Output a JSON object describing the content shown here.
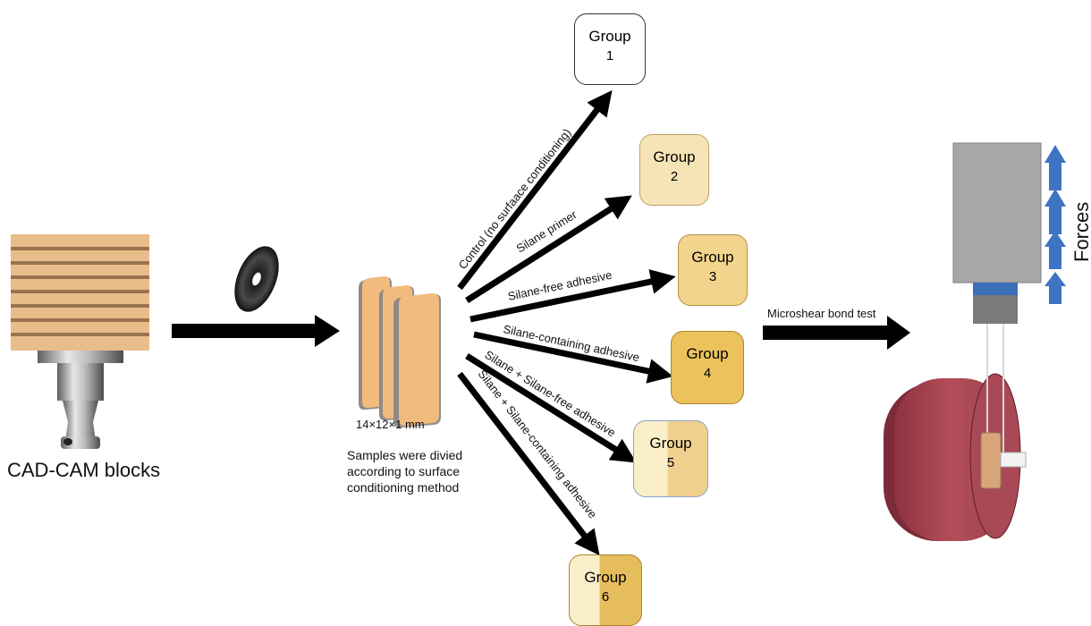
{
  "labels": {
    "cad_cam": "CAD-CAM blocks",
    "dimensions": "14×12×1 mm",
    "samples_line1": "Samples were divied",
    "samples_line2": "according to surface",
    "samples_line3": "conditioning method",
    "microshear": "Microshear bond test",
    "forces": "Forces"
  },
  "branches": [
    "Control (no surfaace conditioning)",
    "Silane primer",
    "Silane-free adhesive",
    "Silane-containing adhesive",
    "Silane + Silane-free adhesive",
    "Silane + Silane-containing adhesive"
  ],
  "groups": [
    {
      "word": "Group",
      "number": "1"
    },
    {
      "word": "Group",
      "number": "2"
    },
    {
      "word": "Group",
      "number": "3"
    },
    {
      "word": "Group",
      "number": "4"
    },
    {
      "word": "Group",
      "number": "5"
    },
    {
      "word": "Group",
      "number": "6"
    }
  ],
  "colors": {
    "block_face": "#e9bd8a",
    "block_groove": "#9a7450",
    "sample_fill": "#f0bb7c",
    "tester_gray": "#a7a7a7",
    "drum_red": "#a8424e",
    "force_arrow_blue": "#3f74c4"
  }
}
